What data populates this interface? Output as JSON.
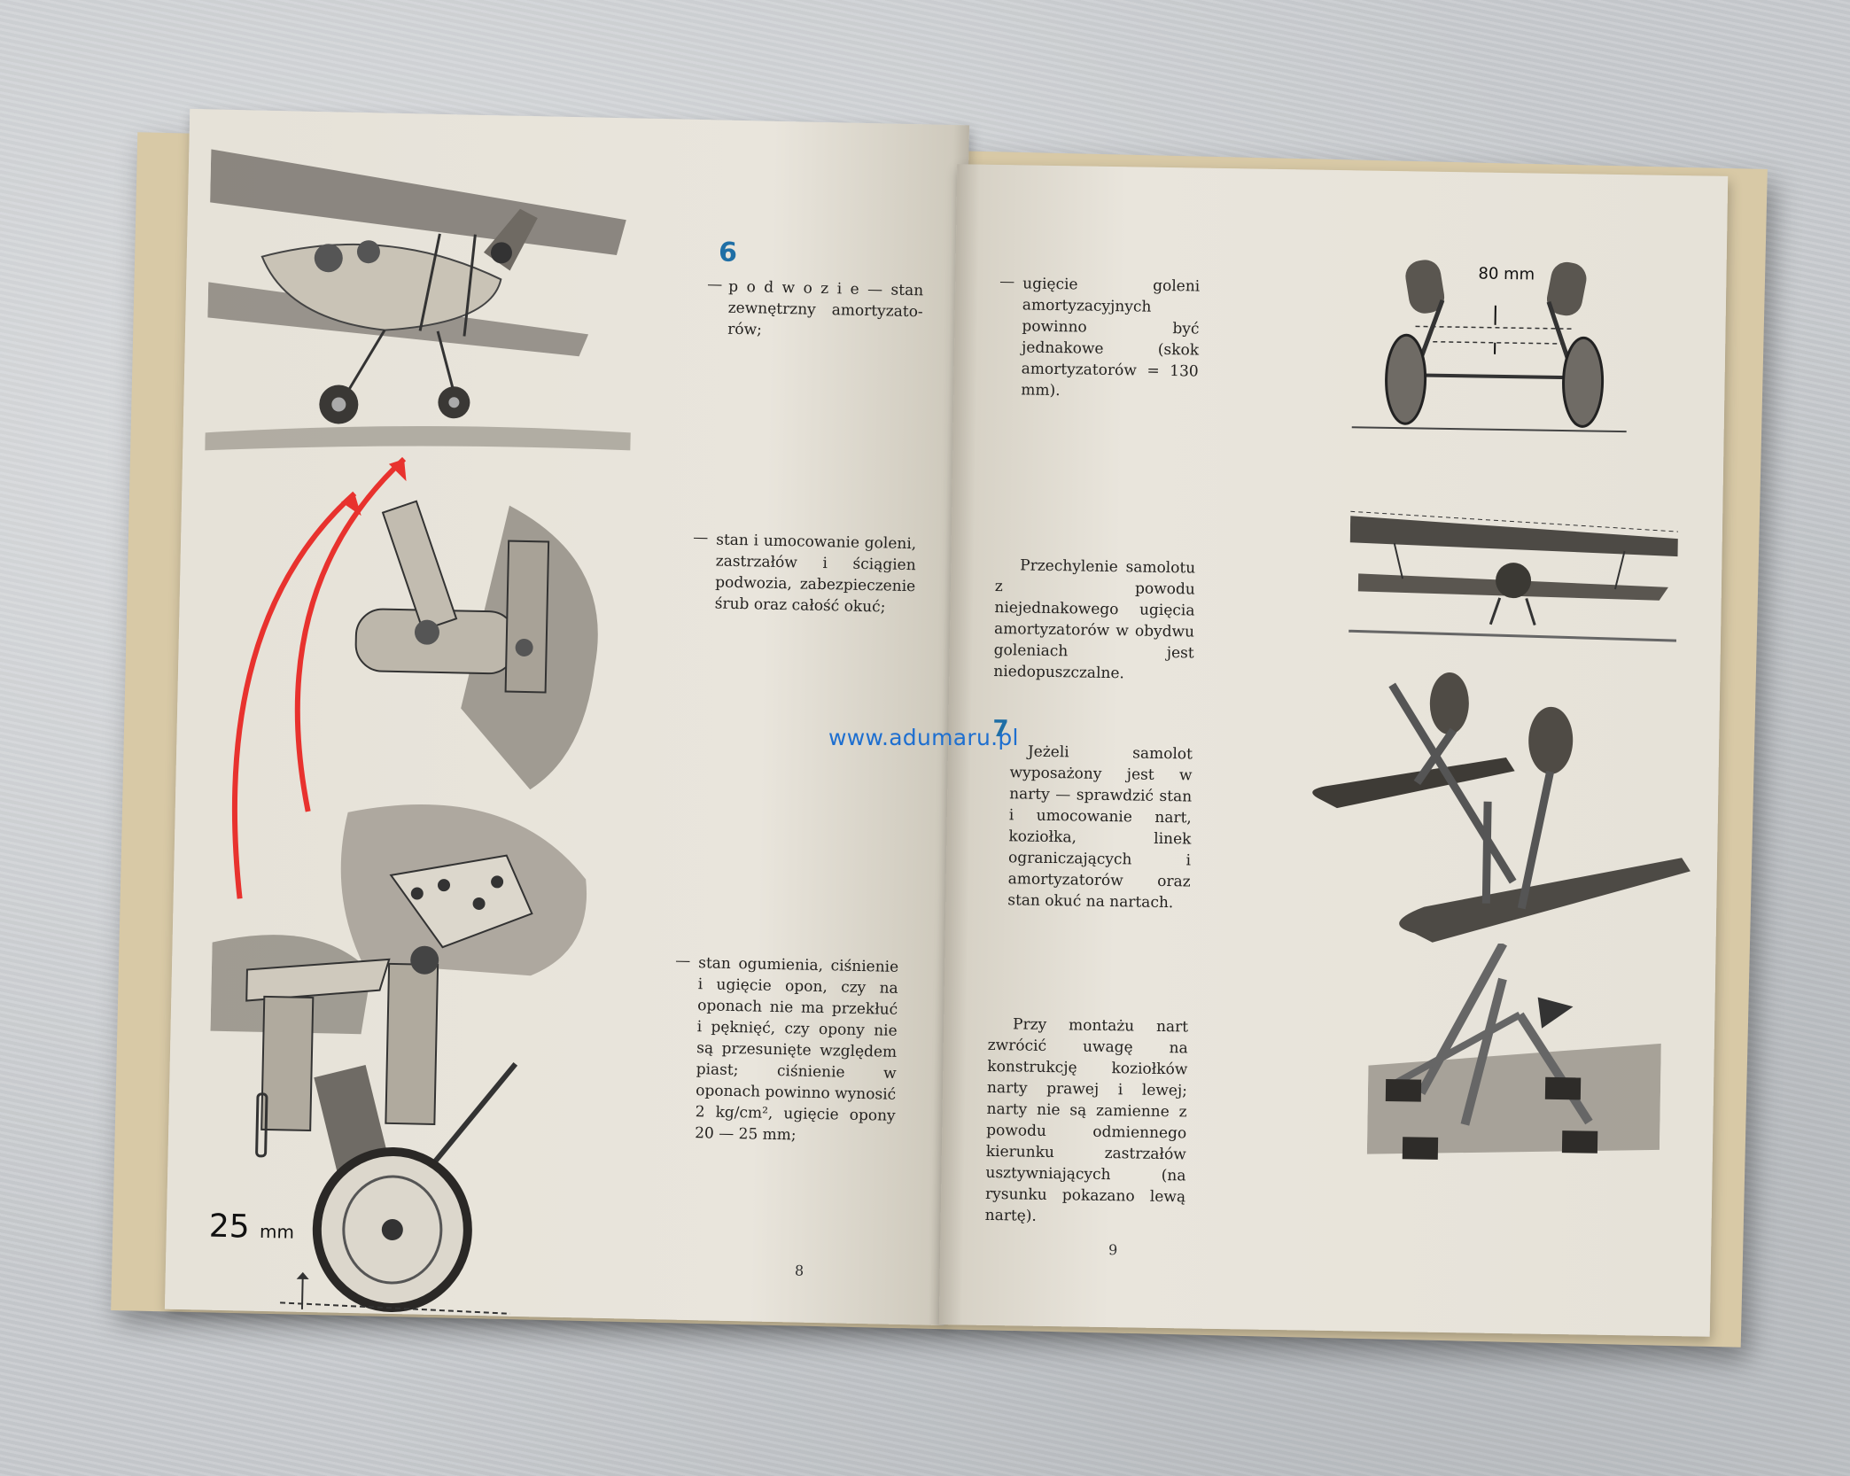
{
  "watermark": "www.adumaru.pl",
  "left_page": {
    "page_number": "8",
    "section_number": "6",
    "text_blocks": [
      "p o d w o z i e — stan zewnętrzny amortyzato-rów;",
      "stan i umocowanie goleni, zastrzałów i ściągien podwozia, zabezpieczenie śrub oraz całość okuć;",
      "stan ogumienia, ciśnienie i ugięcie opon, czy na oponach nie ma przekłuć i pęknięć, czy opony nie są przesunięte względem piast; ciśnienie w oponach powinno wynosić 2 kg/cm², ugięcie opony 20 — 25 mm;"
    ],
    "tire_measure_label": "25",
    "tire_measure_unit": "mm",
    "arrow_color": "#e8322e"
  },
  "right_page": {
    "page_number": "9",
    "section_number": "7",
    "text_blocks": [
      "ugięcie goleni amortyzacyjnych powinno być jednakowe (skok amortyzatorów = 130 mm).",
      "Przechylenie samolotu z powodu niejednakowego ugięcia amortyzatorów w obydwu goleniach jest niedopuszczalne.",
      "Jeżeli samolot wyposażony jest w narty — sprawdzić stan i umocowanie nart, koziołka, linek ograniczających i amortyzatorów oraz stan okuć na nartach.",
      "Przy montażu nart zwrócić uwagę na konstrukcję koziołków narty prawej i lewej; narty nie są zamienne z powodu odmiennego kierunku zastrzałów usztywniających (na rysunku pokazano lewą nartę)."
    ],
    "strut_measure_label": "80 mm"
  }
}
